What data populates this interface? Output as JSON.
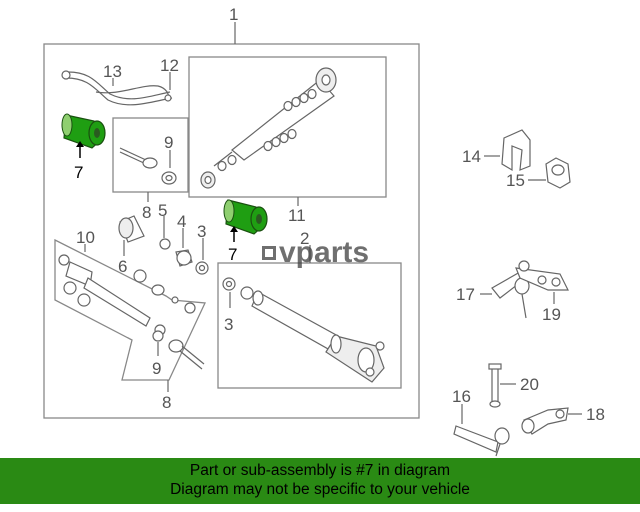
{
  "diagram": {
    "callouts": {
      "c1": "1",
      "c2": "2",
      "c3a": "3",
      "c3b": "3",
      "c4": "4",
      "c5": "5",
      "c6": "6",
      "c7a": "7",
      "c7b": "7",
      "c8a": "8",
      "c8b": "8",
      "c9a": "9",
      "c9b": "9",
      "c10": "10",
      "c11": "11",
      "c12": "12",
      "c13": "13",
      "c14": "14",
      "c15": "15",
      "c16": "16",
      "c17": "17",
      "c18": "18",
      "c19": "19",
      "c20": "20"
    },
    "highlight_color": "#1f9e12",
    "watermark": "vparts"
  },
  "banner": {
    "line1": "Part or sub-assembly is #7 in diagram",
    "line2": "Diagram may not be specific to your vehicle",
    "color": "#2a8a14"
  }
}
